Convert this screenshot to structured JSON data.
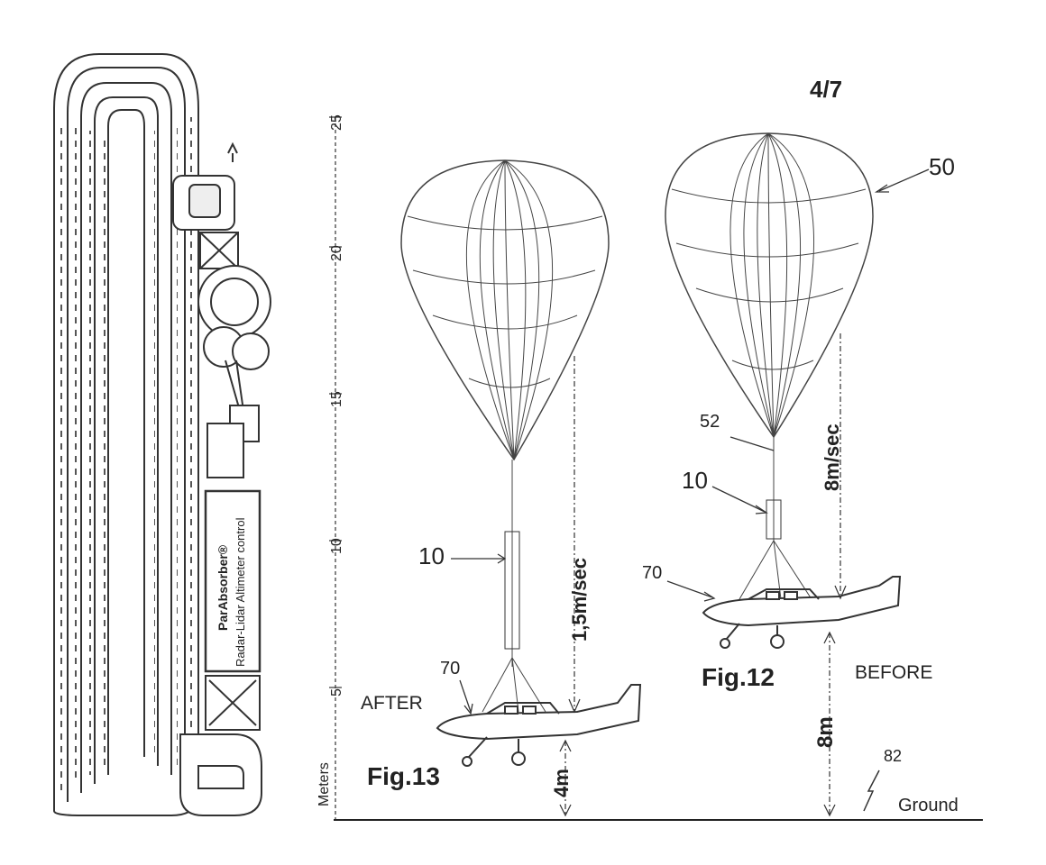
{
  "sheet_number": "4/7",
  "scale": {
    "unit_label": "Meters",
    "ticks": [
      "5",
      "10",
      "15",
      "20",
      "25"
    ]
  },
  "device": {
    "brand": "ParAbsorber®",
    "subtitle": "Radar-Lidar Altimeter control"
  },
  "figure_13": {
    "caption": "Fig.13",
    "state": "AFTER",
    "ref_device": "10",
    "ref_aircraft": "70",
    "speed": "1,5m/sec",
    "height": "4m"
  },
  "figure_12": {
    "caption": "Fig.12",
    "state": "BEFORE",
    "ref_device": "10",
    "ref_aircraft": "70",
    "ref_parachute": "50",
    "ref_line": "52",
    "speed": "8m/sec",
    "height": "8m"
  },
  "ground": {
    "label": "Ground",
    "ref": "82"
  }
}
